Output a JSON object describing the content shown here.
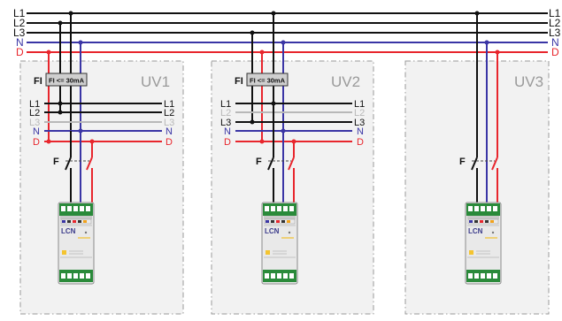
{
  "colors": {
    "phase": "#111111",
    "neutral": "#3a35a5",
    "d_line": "#e8262d",
    "grey_phase": "#b8b8b8",
    "box_fill": "#f2f2f2",
    "box_border": "#999999",
    "box_label": "#9a9a9a",
    "module_green": "#2a8a3a",
    "module_body": "#e9e9e9"
  },
  "busbar": {
    "labels_left": [
      "L1",
      "L2",
      "L3",
      "N",
      "D"
    ],
    "labels_right": [
      "L1",
      "L2",
      "L3",
      "N",
      "D"
    ]
  },
  "panels": [
    {
      "name": "UV1",
      "fi_prefix": "FI",
      "fi_label": "FI <= 30mA",
      "fuse_label": "F",
      "inner_left": [
        "L1",
        "L2",
        "L3",
        "N",
        "D"
      ],
      "inner_right": [
        "L1",
        "L2",
        "L3",
        "N",
        "D"
      ],
      "module_brand": "LCN"
    },
    {
      "name": "UV2",
      "fi_prefix": "FI",
      "fi_label": "FI <= 30mA",
      "fuse_label": "F",
      "inner_left": [
        "L1",
        "L2",
        "L3",
        "N",
        "D"
      ],
      "inner_right": [
        "L1",
        "L2",
        "L3",
        "N",
        "D"
      ],
      "module_brand": "LCN"
    },
    {
      "name": "UV3",
      "fuse_label": "F",
      "module_brand": "LCN"
    }
  ]
}
